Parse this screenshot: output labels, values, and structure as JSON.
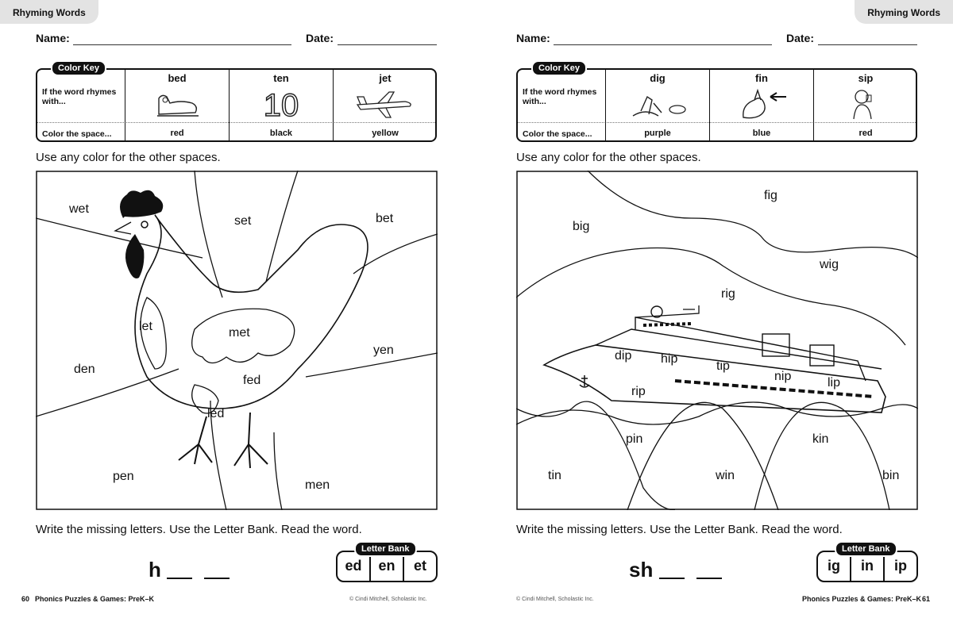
{
  "left": {
    "tab": "Rhyming Words",
    "name_label": "Name:",
    "date_label": "Date:",
    "color_key": {
      "badge": "Color Key",
      "row1": "If the word rhymes with...",
      "row2": "Color the space...",
      "columns": [
        {
          "word": "bed",
          "color": "red",
          "icon": "bed-icon"
        },
        {
          "word": "ten",
          "color": "black",
          "icon": "number-ten-icon"
        },
        {
          "word": "jet",
          "color": "yellow",
          "icon": "jet-icon"
        }
      ],
      "ten_numeral": "10"
    },
    "instruction1": "Use any color for the other spaces.",
    "scene_words": [
      "wet",
      "set",
      "bet",
      "let",
      "met",
      "den",
      "yen",
      "fed",
      "led",
      "pen",
      "men"
    ],
    "instruction2": "Write the missing letters. Use the Letter Bank. Read the word.",
    "missing_start": "h",
    "letter_bank": {
      "badge": "Letter Bank",
      "items": [
        "ed",
        "en",
        "et"
      ]
    },
    "page_number": "60",
    "footer": "Phonics Puzzles & Games: PreK–K",
    "copyright": "© Cindi Mitchell, Scholastic Inc."
  },
  "right": {
    "tab": "Rhyming Words",
    "name_label": "Name:",
    "date_label": "Date:",
    "color_key": {
      "badge": "Color Key",
      "row1": "If the word rhymes with...",
      "row2": "Color the space...",
      "columns": [
        {
          "word": "dig",
          "color": "purple",
          "icon": "digging-icon"
        },
        {
          "word": "fin",
          "color": "blue",
          "icon": "shark-fin-icon"
        },
        {
          "word": "sip",
          "color": "red",
          "icon": "girl-sipping-icon"
        }
      ]
    },
    "instruction1": "Use any color for the other spaces.",
    "scene_words": [
      "fig",
      "big",
      "wig",
      "rig",
      "dip",
      "hip",
      "tip",
      "nip",
      "lip",
      "rip",
      "pin",
      "kin",
      "tin",
      "win",
      "bin"
    ],
    "instruction2": "Write the missing letters. Use the Letter Bank. Read the word.",
    "missing_start": "sh",
    "letter_bank": {
      "badge": "Letter Bank",
      "items": [
        "ig",
        "in",
        "ip"
      ]
    },
    "page_number": "61",
    "footer": "Phonics Puzzles & Games: PreK–K",
    "copyright": "© Cindi Mitchell, Scholastic Inc."
  }
}
